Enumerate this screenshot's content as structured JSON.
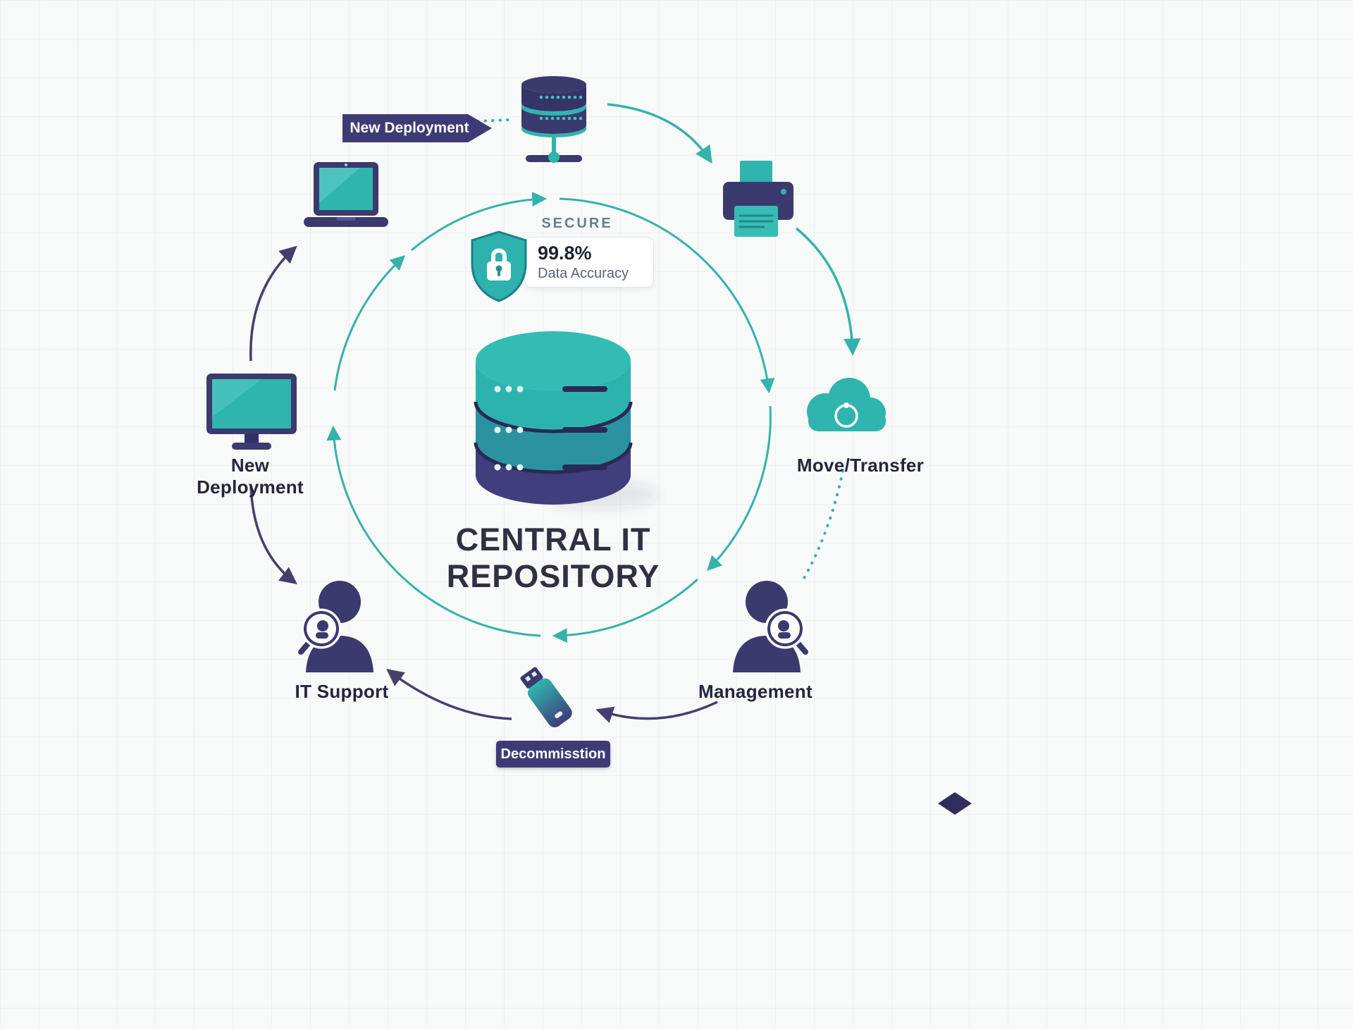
{
  "center": {
    "title_line1": "CENTRAL IT",
    "title_line2": "REPOSITORY"
  },
  "secure_badge": {
    "label": "SECURE",
    "value": "99.8%",
    "caption": "Data Accuracy"
  },
  "banners": {
    "top": "New Deployment",
    "bottom": "Decommisstion"
  },
  "labels": {
    "left": "New Deployment",
    "right": "Move/Transfer",
    "bottom_left": "IT Support",
    "bottom_right": "Management"
  },
  "icons": {
    "center": "database-icon",
    "badge": "shield-lock-icon",
    "top": "server-icon",
    "top_left": "laptop-icon",
    "top_right": "printer-icon",
    "left": "monitor-icon",
    "right": "cloud-icon",
    "bottom_left": "person-search-icon",
    "bottom_right": "person-search-icon",
    "bottom": "usb-drive-icon"
  },
  "colors": {
    "teal": "#2fb5ae",
    "purple": "#3d3b75",
    "arrow_teal": "#35b2ac",
    "arrow_purple": "#44406e",
    "dark_text": "#2d3142"
  }
}
